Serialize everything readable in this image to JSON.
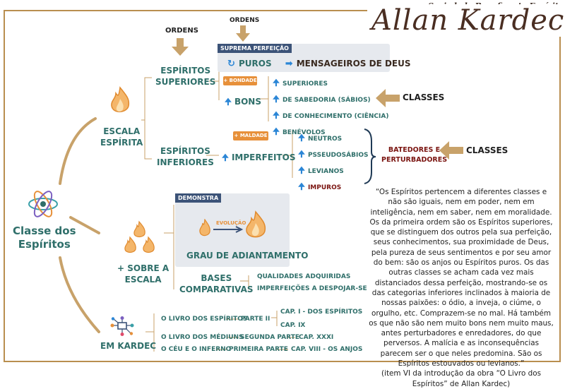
{
  "header": {
    "society": "Sociedade Beneficente Espírita",
    "signature": "Allan Kardec"
  },
  "center": {
    "title_line1": "Classe dos",
    "title_line2": "Espíritos"
  },
  "escala": {
    "label_line1": "ESCALA",
    "label_line2": "ESPÍRITA",
    "ordens_left": "ORDENS",
    "ordens_top": "ORDENS",
    "superiores_line1": "ESPÍRITOS",
    "superiores_line2": "SUPERIORES",
    "inferiores_line1": "ESPÍRITOS",
    "inferiores_line2": "INFERIORES",
    "suprema_badge": "SUPREMA PERFEIÇÃO",
    "puros": "PUROS",
    "mensageiros": "MENSAGEIROS DE DEUS",
    "bondade_badge": "+ BONDADE",
    "bons": "BONS",
    "bons_items": [
      "SUPERIORES",
      "DE SABEDORIA (SÁBIOS)",
      "DE CONHECIMENTO (CIÊNCIA)",
      "BENÉVOLOS"
    ],
    "classes_top": "CLASSES",
    "maldade_badge": "+ MALDADE",
    "imperfeitos": "IMPERFEITOS",
    "imperfeitos_items": [
      "NEUTROS",
      "PSSEUDOSÁBIOS",
      "LEVIANOS",
      "IMPUROS"
    ],
    "batedores_line1": "BATEDORES E",
    "batedores_line2": "PERTURBADORES",
    "classes_bottom": "CLASSES"
  },
  "sobre": {
    "label_line1": "+ SOBRE A",
    "label_line2": "ESCALA",
    "demonstra_badge": "DEMONSTRA",
    "evolucao": "EVOLUÇÃO",
    "grau": "GRAU DE ADIANTAMENTO",
    "bases_line1": "BASES",
    "bases_line2": "COMPARATIVAS",
    "qualidades": "QUALIDADES ADQUIRIDAS",
    "imperfeicoes": "IMPERFEIÇÕES A DESPOJAR-SE"
  },
  "kardec": {
    "label": "EM KARDEC",
    "livro_espiritos": "O LIVRO DOS ESPÍRITOS",
    "parte_ii": "PARTE II",
    "cap1": "CAP. I - DOS ESPÍRITOS",
    "cap9": "CAP. IX",
    "livro_mediuns": "O LIVRO DOS MÉDIUNS",
    "segunda_parte": "SEGUNDA PARTE",
    "cap31": "CAP. XXXI",
    "ceu_inferno": "O CÉU E O INFERNO",
    "primeira_parte": "PRIMEIRA PARTE",
    "cap8": "CAP. VIII - OS ANJOS"
  },
  "quote": {
    "text": "“Os Espíritos pertencem a diferentes classes e não são iguais, nem em poder, nem em inteligência, nem em saber, nem em moralidade. Os da primeira ordem são os Espíritos superiores, que se distinguem dos outros pela sua perfeição, seus conhecimentos, sua proximidade de Deus, pela pureza de seus sentimentos e por seu amor do bem: são os anjos ou Espíritos puros. Os das outras classes se acham cada vez mais distanciados dessa perfeição, mostrando-se os das categorias inferiores inclinados à maioria de nossas paixões: o ódio, a inveja, o ciúme, o orgulho, etc. Comprazem-se no mal. Há também os que não são nem muito bons nem muito maus, antes perturbadores e enredadores, do que perversos. A malícia e as inconsequências parecem ser o que neles predomina. São os Espíritos estouvados ou levianos.”",
    "source": "(item VI da introdução da obra “O Livro dos Espíritos” de Allan Kardec)"
  },
  "colors": {
    "gold": "#b98e4f",
    "green": "#2f6f6a",
    "navy": "#3c5378",
    "orange": "#e7903a",
    "maroon": "#7a1410",
    "blue": "#2b86d6"
  }
}
